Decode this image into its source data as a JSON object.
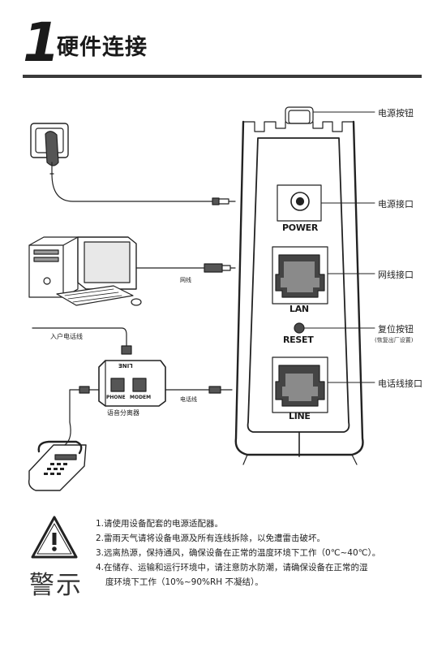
{
  "header": {
    "step_number": "1",
    "title": "硬件连接"
  },
  "callouts": {
    "power_button": "电源按钮",
    "power_port": "电源接口",
    "lan_port": "网线接口",
    "reset_button": "复位按钮",
    "reset_note": "(恢复出厂设置)",
    "line_port": "电话线接口"
  },
  "device_labels": {
    "power": "POWER",
    "lan": "LAN",
    "reset": "RESET",
    "line": "LINE"
  },
  "diagram_labels": {
    "network_cable": "网线",
    "incoming_phone_line": "入户电话线",
    "splitter_line": "LINE",
    "splitter_phone": "PHONE",
    "splitter_modem": "MODEM",
    "splitter_name": "语音分离器",
    "phone_cable": "电话线"
  },
  "warning": {
    "title": "警示",
    "items": [
      "1.请使用设备配套的电源适配器。",
      "2.雷雨天气请将设备电源及所有连线拆除，以免遭雷击破坏。",
      "3.远离热源，保持通风，确保设备在正常的温度环境下工作（0℃~40℃）。",
      "4.在储存、运输和运行环境中，请注意防水防潮，请确保设备在正常的湿",
      "度环境下工作（10%~90%RH 不凝结）。"
    ]
  }
}
